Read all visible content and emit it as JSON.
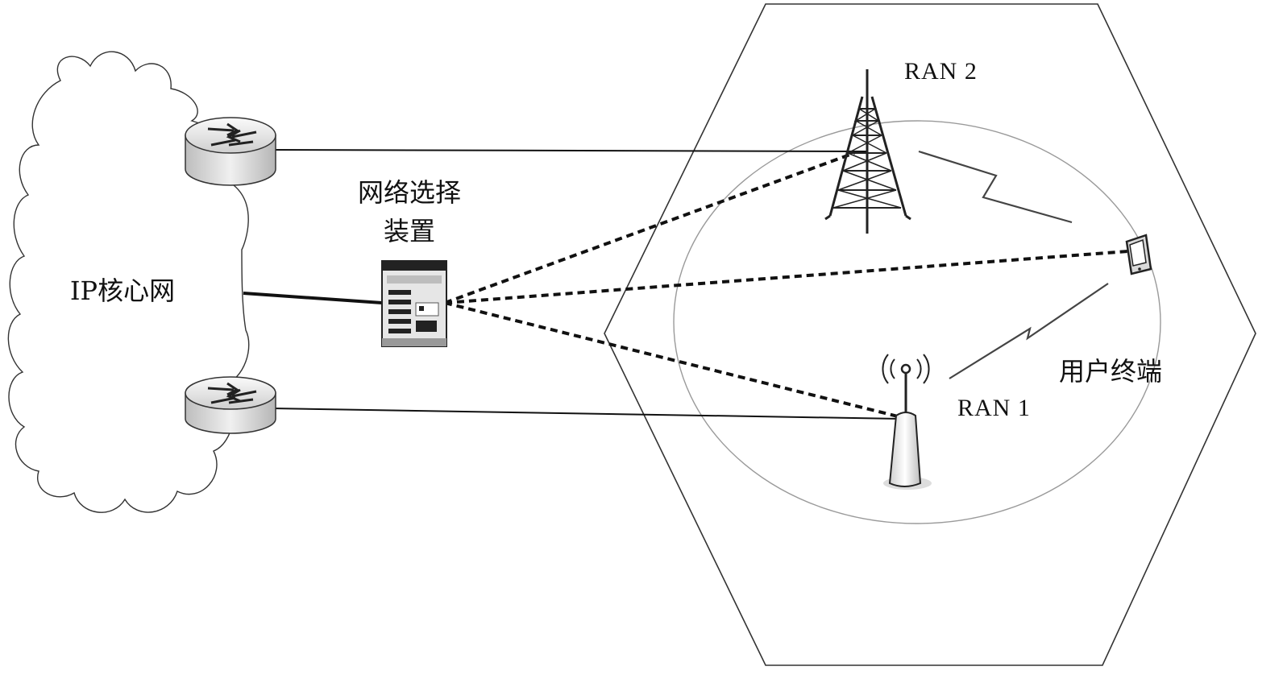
{
  "labels": {
    "core_network": "IP核心网",
    "selector_line1": "网络选择",
    "selector_line2": "装置",
    "ran2": "RAN 2",
    "ran1": "RAN 1",
    "user_terminal": "用户终端"
  },
  "colors": {
    "line": "#111111",
    "outline": "#333333",
    "circle": "#9a9a9a",
    "device_light": "#e6e6e6",
    "device_dark": "#222222"
  },
  "icons": {
    "router": "router-icon",
    "tower": "cell-tower-icon",
    "small_cell": "antenna-icon",
    "terminal": "mobile-terminal-icon",
    "selector": "server-rack-icon",
    "wireless": "lightning-bolt-icon"
  }
}
